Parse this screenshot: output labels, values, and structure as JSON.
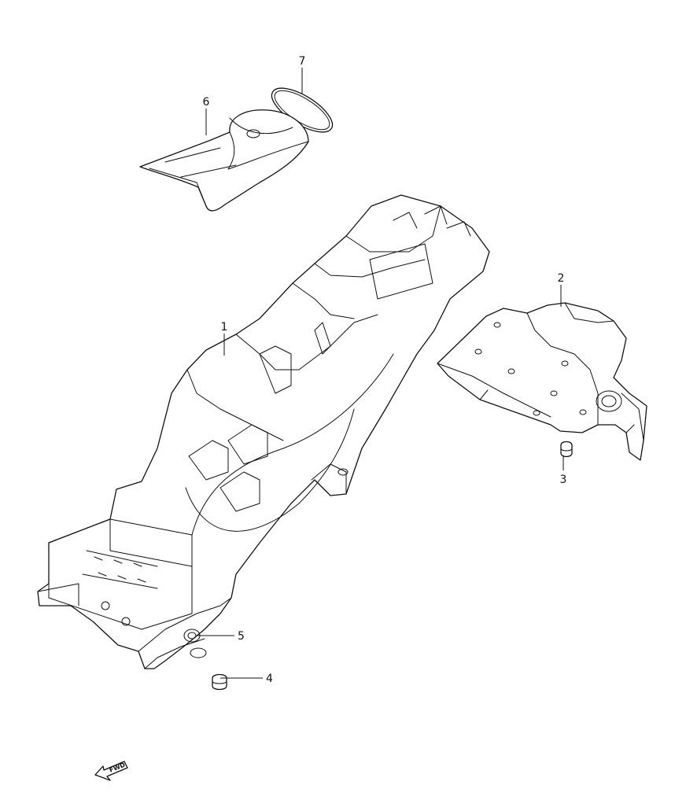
{
  "parts": [
    {
      "id": "1",
      "label": "1"
    },
    {
      "id": "2",
      "label": "2"
    },
    {
      "id": "3",
      "label": "3"
    },
    {
      "id": "4",
      "label": "4"
    },
    {
      "id": "5",
      "label": "5"
    },
    {
      "id": "6",
      "label": "6"
    },
    {
      "id": "7",
      "label": "7"
    }
  ],
  "direction_arrow": {
    "label": "FWD"
  }
}
